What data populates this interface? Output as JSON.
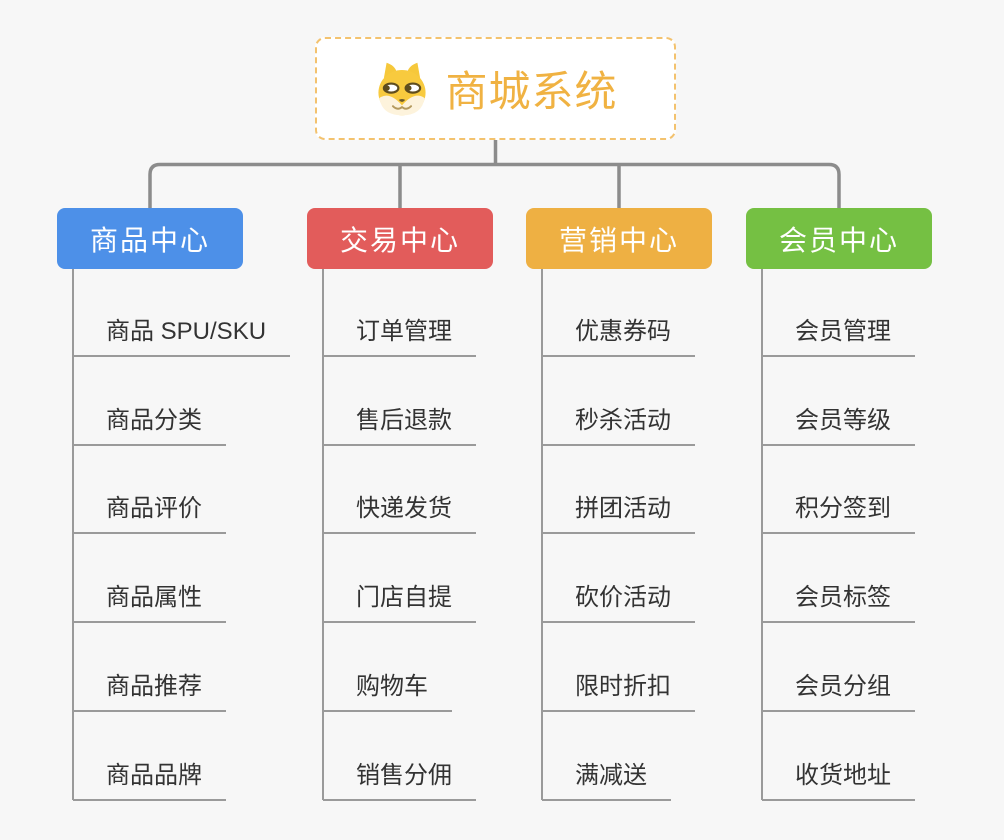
{
  "root": {
    "title": "商城系统",
    "icon": "dog-icon",
    "title_color": "#F0B242",
    "border_color": "#F3C26E"
  },
  "branches": [
    {
      "label": "商品中心",
      "color": "#4D90E8",
      "items": [
        "商品 SPU/SKU",
        "商品分类",
        "商品评价",
        "商品属性",
        "商品推荐",
        "商品品牌"
      ]
    },
    {
      "label": "交易中心",
      "color": "#E25C5B",
      "items": [
        "订单管理",
        "售后退款",
        "快递发货",
        "门店自提",
        "购物车",
        "销售分佣"
      ]
    },
    {
      "label": "营销中心",
      "color": "#EEB043",
      "items": [
        "优惠券码",
        "秒杀活动",
        "拼团活动",
        "砍价活动",
        "限时折扣",
        "满减送"
      ]
    },
    {
      "label": "会员中心",
      "color": "#75C043",
      "items": [
        "会员管理",
        "会员等级",
        "积分签到",
        "会员标签",
        "会员分组",
        "收货地址"
      ]
    }
  ],
  "colors": {
    "background": "#F7F7F7",
    "connector": "#8C8C8C",
    "item_line": "#9A9A9A",
    "item_text": "#333333",
    "branch_text": "#FFFFFF"
  }
}
